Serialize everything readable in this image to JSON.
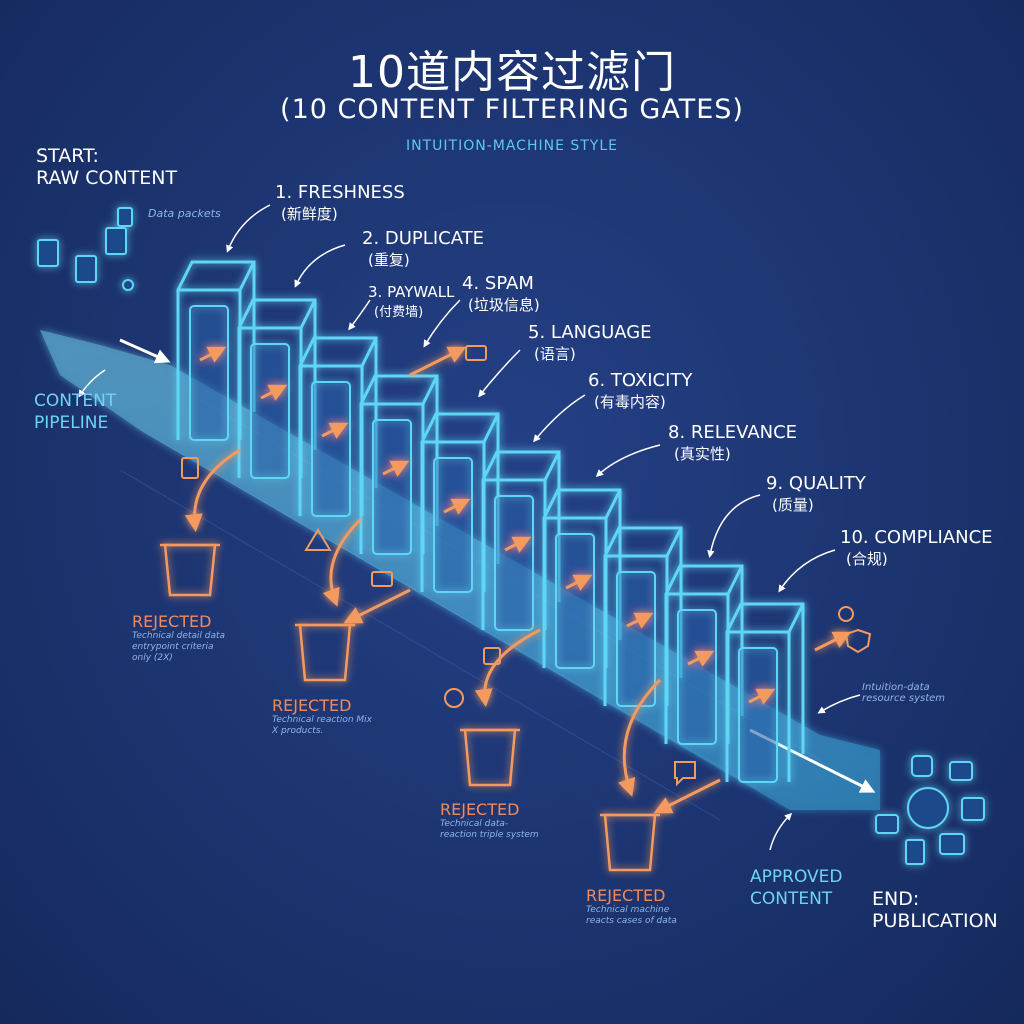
{
  "title": "10道内容过滤门",
  "subtitle": "(10 CONTENT FILTERING GATES)",
  "style_note": "INTUITION-MACHINE STYLE",
  "start": {
    "line1": "START:",
    "line2": "RAW CONTENT"
  },
  "data_packets_note": "Data packets",
  "pipeline_label": {
    "line1": "CONTENT",
    "line2": "PIPELINE"
  },
  "gates": [
    {
      "name": "1. FRESHNESS",
      "cn": "(新鲜度)"
    },
    {
      "name": "2. DUPLICATE",
      "cn": "(重复)"
    },
    {
      "name": "3. PAYWALL",
      "cn": "(付费墙)"
    },
    {
      "name": "4. SPAM",
      "cn": "(垃圾信息)"
    },
    {
      "name": "5. LANGUAGE",
      "cn": "(语言)"
    },
    {
      "name": "6. TOXICITY",
      "cn": "(有毒内容)"
    },
    {
      "name": "8. RELEVANCE",
      "cn": "(真实性)"
    },
    {
      "name": "9. QUALITY",
      "cn": "(质量)"
    },
    {
      "name": "10. COMPLIANCE",
      "cn": "(合规)"
    }
  ],
  "rejected": [
    {
      "label": "REJECTED",
      "note": "Technical detail data entrypoint criteria only (2X)"
    },
    {
      "label": "REJECTED",
      "note": "Technical reaction Mix X products."
    },
    {
      "label": "REJECTED",
      "note": "Technical data-reaction triple system"
    },
    {
      "label": "REJECTED",
      "note": "Technical machine reacts cases of data"
    }
  ],
  "intuition_note": "Intuition-data resource system",
  "approved": {
    "line1": "APPROVED",
    "line2": "CONTENT"
  },
  "end": {
    "line1": "END:",
    "line2": "PUBLICATION"
  },
  "colors": {
    "background": "#1d3472",
    "gate_glow": "#5fd6f5",
    "reject_orange": "#f08a5d",
    "text": "#ffffff"
  },
  "icons": [
    "document-icon",
    "trash-bin-icon",
    "warning-icon",
    "checkbox-icon",
    "gear-icon",
    "shield-icon",
    "chat-icon",
    "globe-icon",
    "image-icon",
    "code-icon"
  ]
}
